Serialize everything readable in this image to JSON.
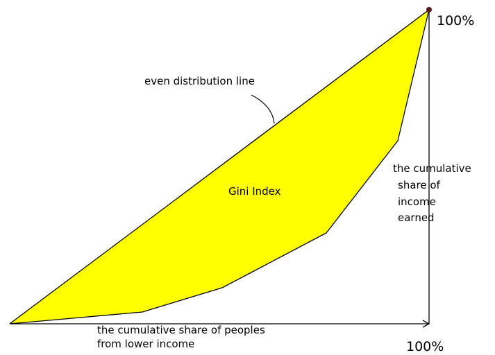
{
  "diagram": {
    "top_percent": "100%",
    "bottom_percent": "100%",
    "even_line_label": "even distribution line",
    "area_label": "Gini Index",
    "y_label": [
      "the cumulative",
      "share of",
      "income",
      "earned"
    ],
    "x_label": [
      "the cumulative share of peoples",
      "from lower income"
    ],
    "colors": {
      "area": "#ffff00",
      "line": "#000000",
      "background": "#ffffff"
    }
  }
}
